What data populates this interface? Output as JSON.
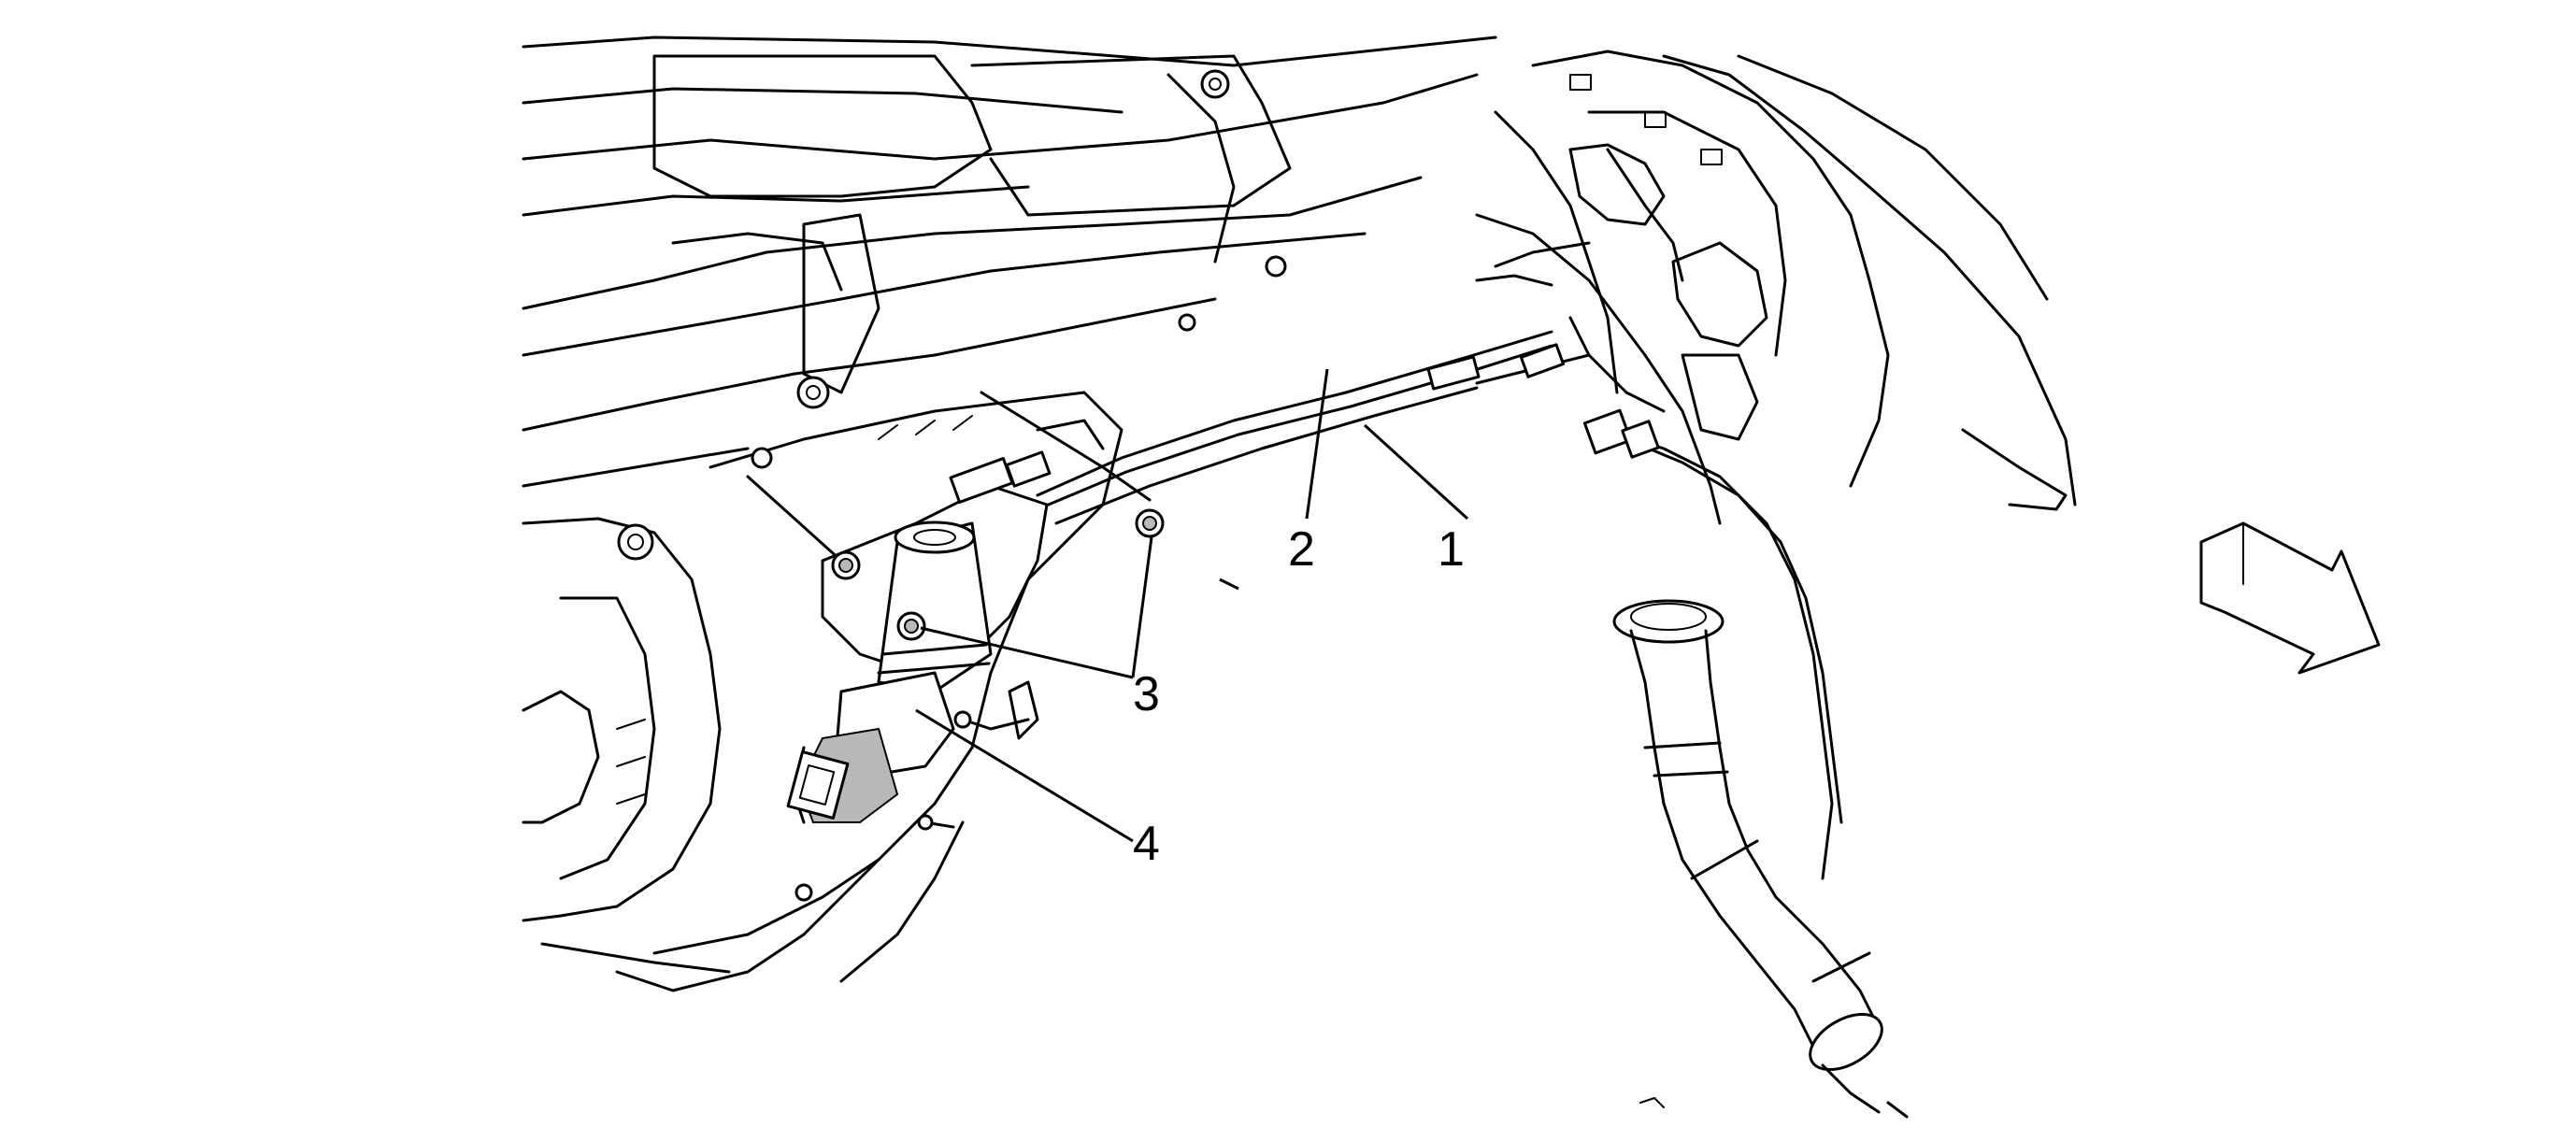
{
  "callouts": [
    {
      "id": "1",
      "label": "1"
    },
    {
      "id": "2",
      "label": "2"
    },
    {
      "id": "3",
      "label": "3"
    },
    {
      "id": "4",
      "label": "4"
    }
  ],
  "icons": {
    "direction_arrow": "direction-arrow-icon"
  },
  "colors": {
    "line": "#000000",
    "background": "#ffffff",
    "shade": "#b8b8b8"
  }
}
